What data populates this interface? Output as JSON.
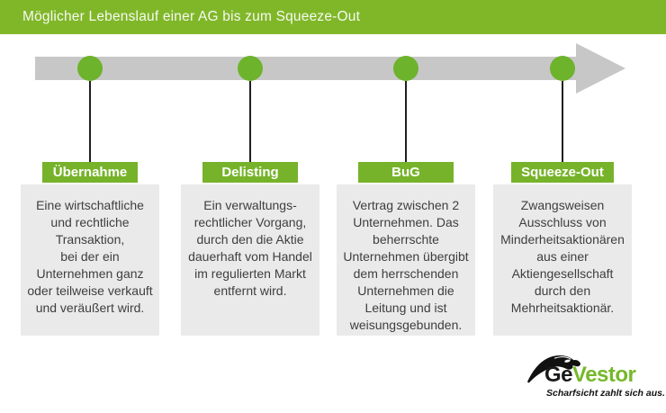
{
  "header": {
    "title": "Möglicher Lebenslauf einer AG bis zum Squeeze-Out"
  },
  "timeline": {
    "stages": [
      {
        "label": "Übernahme",
        "description": "Eine wirtschaftliche\nund rechtliche\nTransaktion,\nbei der ein\nUnternehmen ganz\noder teilweise verkauft\nund veräußert wird."
      },
      {
        "label": "Delisting",
        "description": "Ein verwaltungs-\nrechtlicher Vorgang,\ndurch den die Aktie\ndauerhaft vom Handel\nim regulierten Markt\nentfernt wird."
      },
      {
        "label": "BuG",
        "description": "Vertrag zwischen 2\nUnternehmen. Das\nbeherrschte\nUnternehmen übergibt\ndem herrschenden\nUnternehmen die\nLeitung und ist\nweisungsgebunden."
      },
      {
        "label": "Squeeze-Out",
        "description": "Zwangsweisen\nAusschluss von\nMinderheitsaktionären\naus einer\nAktiengesellschaft\ndurch den\nMehrheitsaktionär."
      }
    ]
  },
  "logo": {
    "brand_prefix": "Ge",
    "brand_suffix": "Vestor",
    "tagline": "Scharfsicht zahlt sich aus."
  },
  "colors": {
    "header_green": "#80B729",
    "label_green": "#76B32A",
    "circle_green": "#6DB32C",
    "timeline_gray": "#C7C7C7",
    "box_gray": "#EAEAEA",
    "text_dark": "#3E3E3E",
    "logo_green": "#76B82A"
  }
}
